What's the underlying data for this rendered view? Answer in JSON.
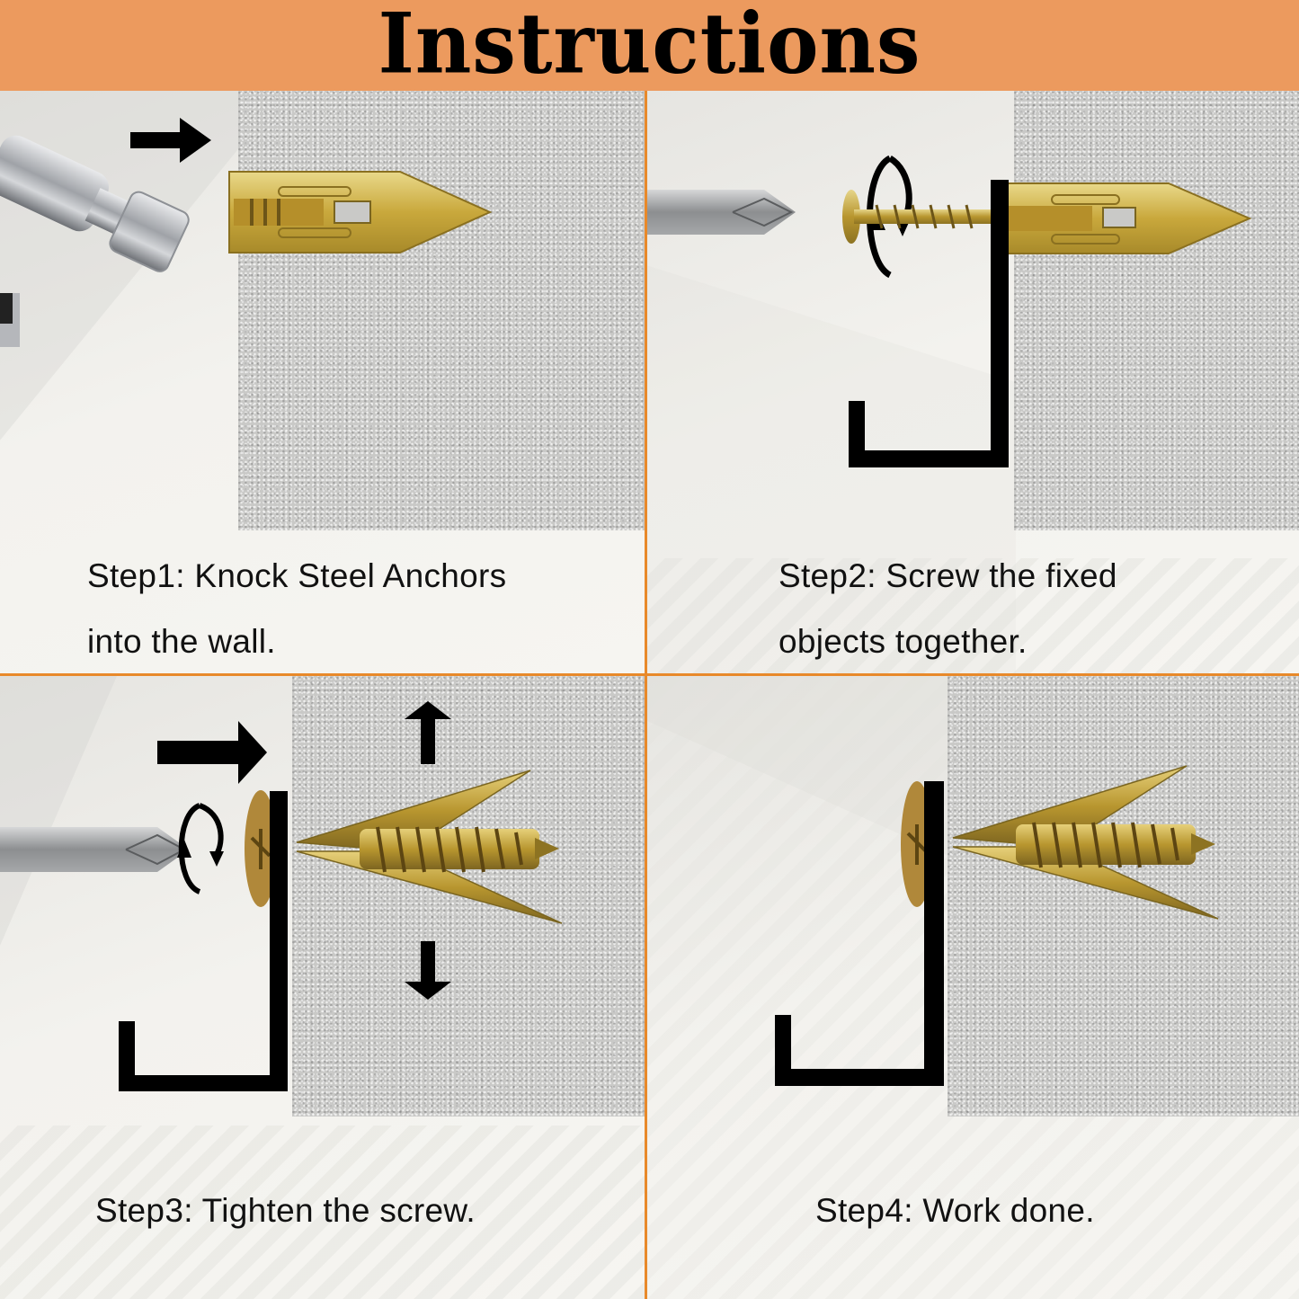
{
  "header": {
    "title": "Instructions",
    "background_color": "#ec9a5e"
  },
  "divider_color": "#e8892a",
  "steps": [
    {
      "label": "Step1: Knock Steel Anchors",
      "label_line2": "into the wall.",
      "icons": [
        "hammer-icon",
        "arrow-right-icon",
        "steel-anchor-icon"
      ]
    },
    {
      "label": "Step2: Screw the fixed",
      "label_line2": "objects together.",
      "icons": [
        "screwdriver-icon",
        "rotate-icon",
        "screw-icon",
        "bracket-icon",
        "steel-anchor-icon"
      ]
    },
    {
      "label": "Step3: Tighten the screw.",
      "icons": [
        "screwdriver-icon",
        "arrow-right-icon",
        "rotate-icon",
        "arrow-up-icon",
        "arrow-down-icon",
        "bracket-icon",
        "expanded-anchor-icon"
      ]
    },
    {
      "label": "Step4: Work done.",
      "icons": [
        "bracket-icon",
        "expanded-anchor-icon"
      ]
    }
  ]
}
